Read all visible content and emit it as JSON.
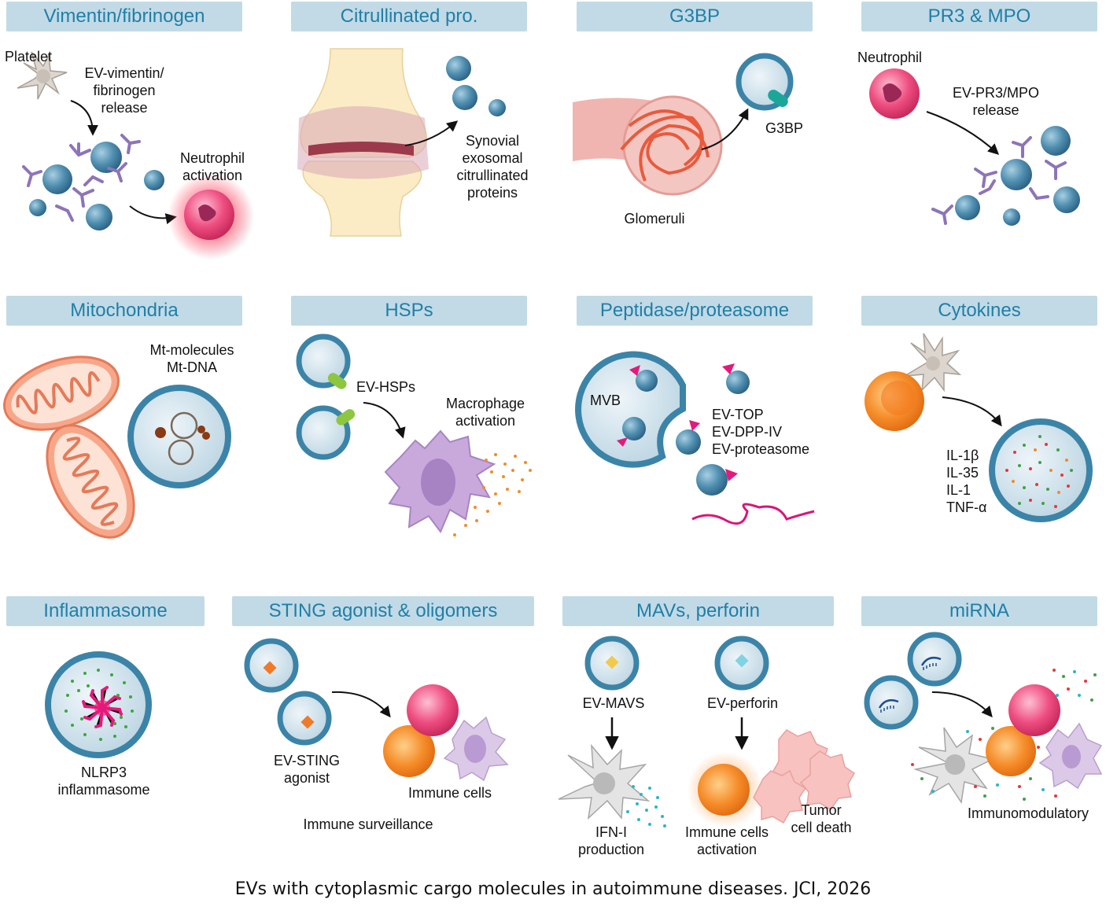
{
  "panels": [
    {
      "title": "Vimentin/fibrinogen",
      "labels": {
        "cell": "Platelet",
        "release": [
          "EV-vimentin/",
          "fibrinogen",
          "release"
        ],
        "effect": [
          "Neutrophil",
          "activation"
        ]
      }
    },
    {
      "title": "Citrullinated pro.",
      "labels": {
        "effect": [
          "Synovial",
          "exosomal",
          "citrullinated",
          "proteins"
        ]
      }
    },
    {
      "title": "G3BP",
      "labels": {
        "cargo": "G3BP",
        "tissue": "Glomeruli"
      }
    },
    {
      "title": "PR3 & MPO",
      "labels": {
        "cell": "Neutrophil",
        "release": [
          "EV-PR3/MPO",
          "release"
        ]
      }
    },
    {
      "title": "Mitochondria",
      "labels": {
        "cargo": [
          "Mt-molecules",
          "Mt-DNA"
        ]
      }
    },
    {
      "title": "HSPs",
      "labels": {
        "cargo": "EV-HSPs",
        "effect": [
          "Macrophage",
          "activation"
        ]
      }
    },
    {
      "title": "Peptidase/proteasome",
      "labels": {
        "mvb": "MVB",
        "cargo": [
          "EV-TOP",
          "EV-DPP-IV",
          "EV-proteasome"
        ]
      }
    },
    {
      "title": "Cytokines",
      "labels": {
        "cargo": [
          "IL-1β",
          "IL-35",
          "IL-1",
          "TNF-α"
        ]
      }
    },
    {
      "title": "Inflammasome",
      "labels": {
        "cargo": [
          "NLRP3",
          "inflammasome"
        ]
      }
    },
    {
      "title": "STING agonist & oligomers",
      "labels": {
        "cargo": [
          "EV-STING",
          "agonist"
        ],
        "cells": "Immune cells",
        "effect": "Immune surveillance"
      }
    },
    {
      "title": "MAVs, perforin",
      "labels": {
        "cargo1": "EV-MAVS",
        "cargo2": "EV-perforin",
        "effect1": [
          "IFN-I",
          "production"
        ],
        "effect2": [
          "Immune cells",
          "activation"
        ],
        "effect3": [
          "Tumor",
          "cell death"
        ]
      }
    },
    {
      "title": "miRNA",
      "labels": {
        "effect": "Immunomodulatory"
      }
    }
  ],
  "caption": "EVs with cytoplasmic cargo molecules in autoimmune diseases. JCI, 2026",
  "colors": {
    "header_bg": "#c2dae6",
    "header_text": "#1f7fa8",
    "ev_blue": "#4d8fb0",
    "neutrophil_pink": "#e8407a",
    "immune_orange": "#f28a2a",
    "mitochondria": "#f2a685"
  }
}
